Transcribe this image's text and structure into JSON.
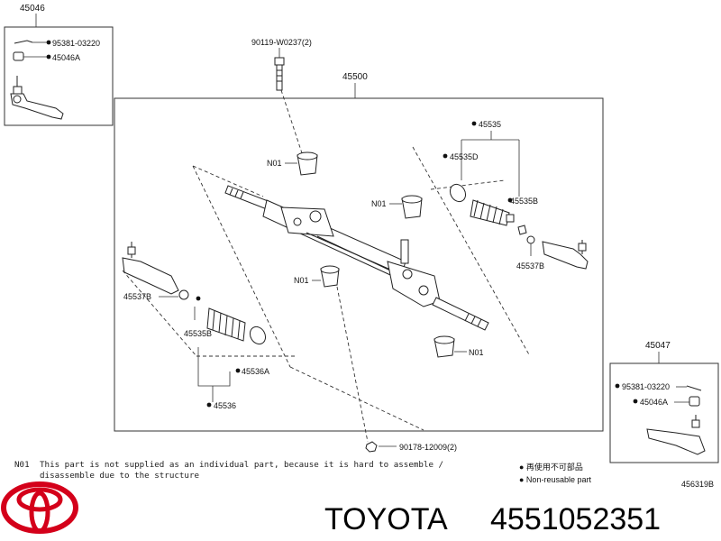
{
  "parts": {
    "kit_left": "45046",
    "kit_left_cotter": "95381-03220",
    "kit_left_nut": "45046A",
    "assembly": "45500",
    "bolt": "90119-W0237(2)",
    "n01": "N01",
    "boot_right": "45535",
    "clamp_right": "45535D",
    "boot_right_clamp_small": "45535B",
    "rack_end_right": "45537B",
    "rack_end_left": "45537B",
    "boot_left_clamp_small": "45535B",
    "clamp_left": "45536A",
    "boot_left": "45536",
    "kit_right": "45047",
    "kit_right_cotter": "95381-03220",
    "kit_right_nut": "45046A",
    "nut_bottom": "90178-12009(2)"
  },
  "notes": {
    "n01_code": "N01",
    "n01_line1": "This part is not supplied as an individual part, because it is hard to assemble /",
    "n01_line2": "disassemble due to the structure",
    "legend_filled": "● 再使用不可部品",
    "legend_open": "● Non-reusable part",
    "figure_id": "456319B"
  },
  "brand": {
    "name": "TOYOTA",
    "part_number": "4551052351",
    "color": "#d4001a"
  }
}
